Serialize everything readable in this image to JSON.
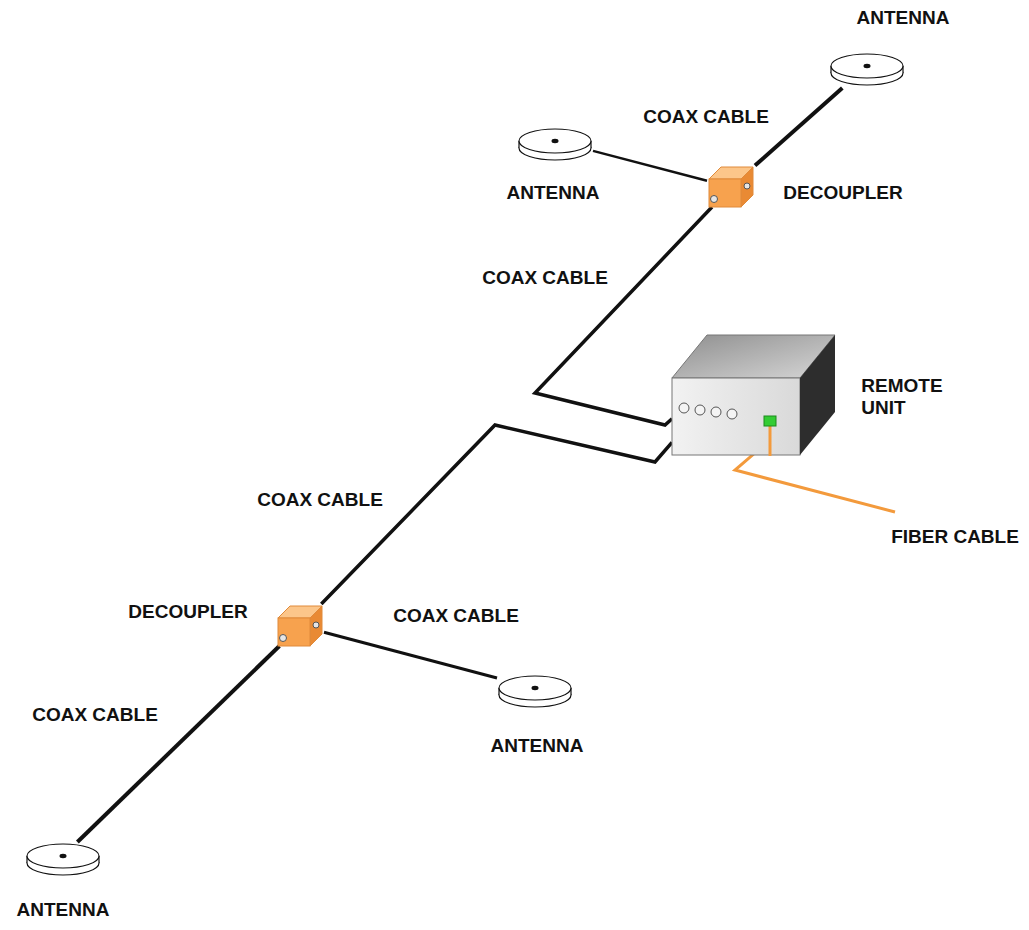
{
  "diagram": {
    "nodes": [
      {
        "text": [
          "ANTENNA"
        ]
      },
      {
        "text": [
          "ANTENNA"
        ]
      },
      {
        "text": [
          "DECOUPLER"
        ]
      },
      {
        "text": [
          "REMOTE UNIT"
        ]
      },
      {
        "text": [
          "DECOUPLER"
        ]
      },
      {
        "text": [
          "ANTENNA"
        ]
      },
      {
        "text": [
          "ANTENNA"
        ]
      }
    ],
    "edges": [
      {
        "from": 2,
        "to": 0,
        "arrow": "none",
        "label": "COAX CABLE"
      },
      {
        "from": 2,
        "to": 1,
        "arrow": "none"
      },
      {
        "from": 3,
        "to": 2,
        "arrow": "none",
        "label": "COAX CABLE"
      },
      {
        "from": 3,
        "to": 4,
        "arrow": "none",
        "label": "COAX CABLE"
      },
      {
        "from": 4,
        "to": 5,
        "arrow": "none",
        "label": "COAX CABLE"
      },
      {
        "from": 4,
        "to": 6,
        "arrow": "none",
        "label": "COAX CABLE"
      }
    ],
    "labels": [
      "FIBER CABLE"
    ]
  }
}
